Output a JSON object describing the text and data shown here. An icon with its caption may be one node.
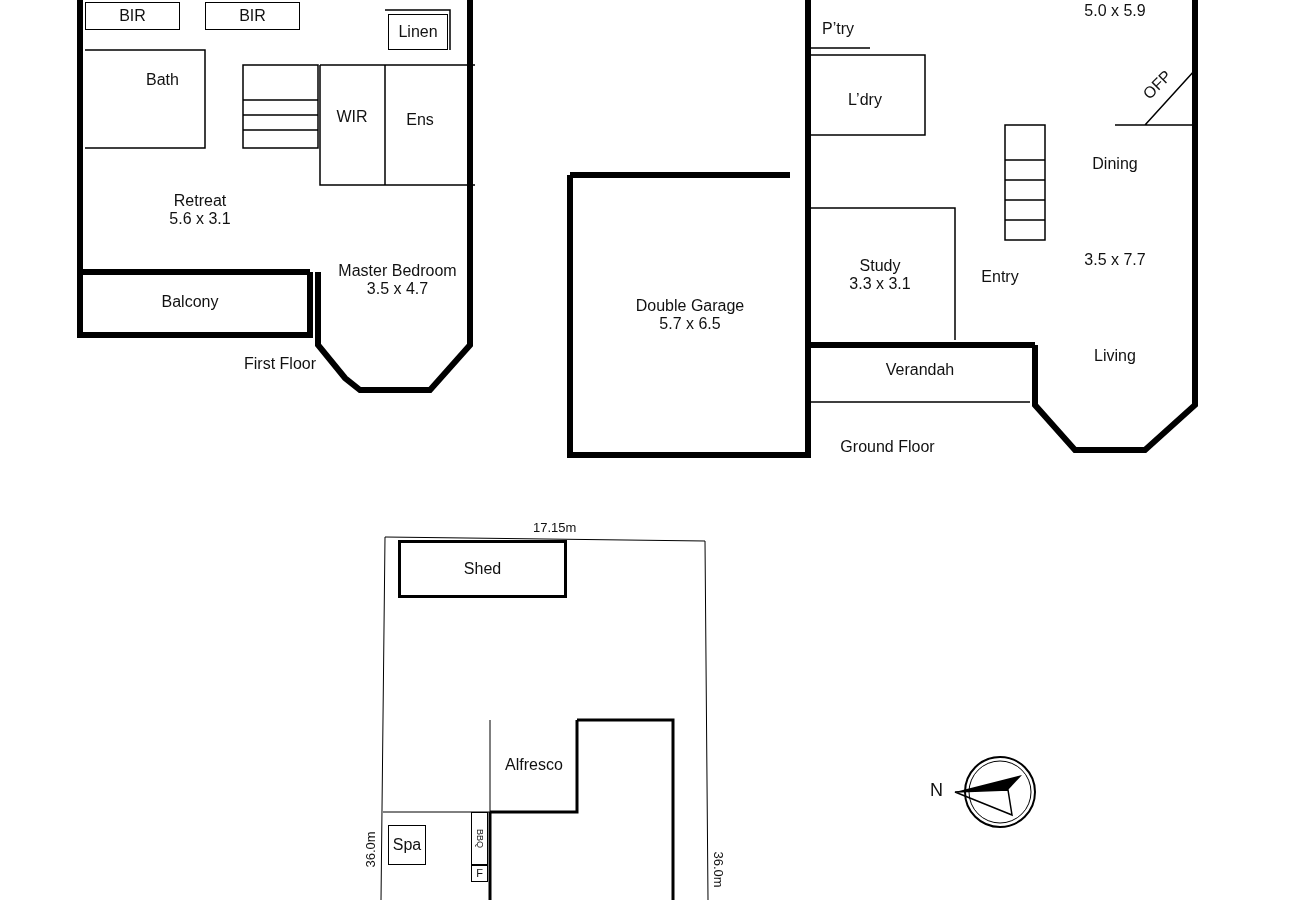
{
  "diagram": {
    "nodes": [
      {
        "text": [
          "First Floor"
        ]
      },
      {
        "text": [
          "BIR"
        ],
        "in": 0
      },
      {
        "text": [
          "BIR"
        ],
        "in": 0
      },
      {
        "text": [
          "Linen"
        ],
        "in": 0
      },
      {
        "text": [
          "Bath"
        ],
        "in": 0
      },
      {
        "text": [
          "WIR"
        ],
        "in": 0
      },
      {
        "text": [
          "Ens"
        ],
        "in": 0
      },
      {
        "text": [
          "Retreat",
          "5.6 x 3.1"
        ],
        "in": 0
      },
      {
        "text": [
          "Master Bedroom",
          "3.5 x 4.7"
        ],
        "in": 0
      },
      {
        "text": [
          "Balcony"
        ],
        "in": 0
      },
      {
        "text": [
          "Ground Floor"
        ]
      },
      {
        "text": [
          "5.0 x 5.9"
        ],
        "in": 10
      },
      {
        "text": [
          "P’try"
        ],
        "in": 10
      },
      {
        "text": [
          "L’dry"
        ],
        "in": 10
      },
      {
        "text": [
          "Double Garage",
          "5.7 x 6.5"
        ],
        "in": 10
      },
      {
        "text": [
          "Study",
          "3.3 x 3.1"
        ],
        "in": 10
      },
      {
        "text": [
          "Entry"
        ],
        "in": 10
      },
      {
        "text": [
          "Dining",
          "3.5 x 7.7",
          "Living"
        ],
        "in": 10
      },
      {
        "text": [
          "OFP"
        ],
        "in": 10
      },
      {
        "text": [
          "Verandah"
        ],
        "in": 10
      },
      {
        "text": [
          "Shed"
        ]
      },
      {
        "text": [
          "Alfresco"
        ]
      },
      {
        "text": [
          "Spa"
        ]
      },
      {
        "text": [
          "BBQ"
        ]
      },
      {
        "text": [
          "F"
        ]
      }
    ],
    "edges": [],
    "labels": [
      "17.15m",
      "36.0m",
      "36.0m",
      "N"
    ]
  }
}
